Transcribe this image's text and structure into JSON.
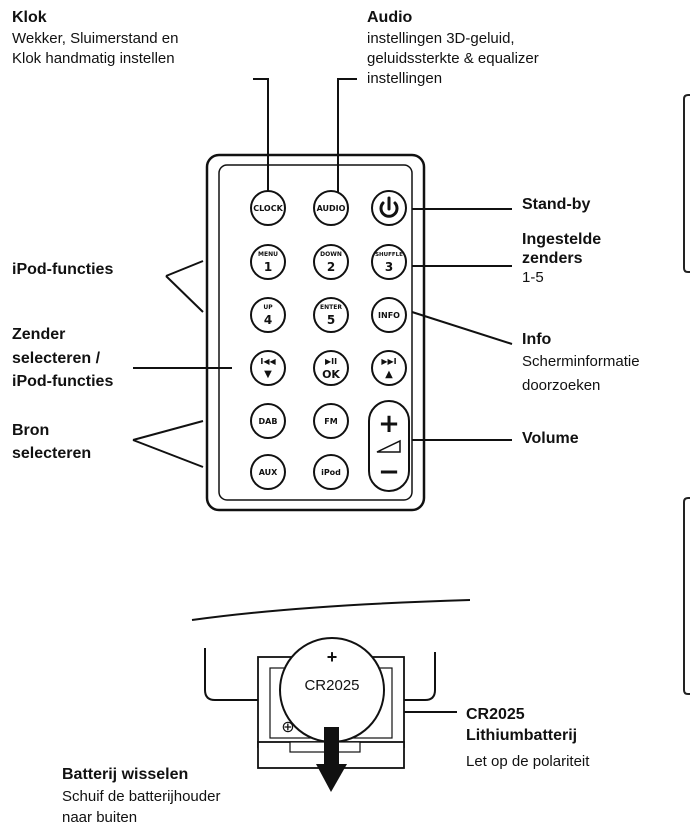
{
  "callouts": {
    "klok": {
      "title": "Klok",
      "line1": "Wekker, Sluimerstand en",
      "line2": "Klok handmatig instellen"
    },
    "audio": {
      "title": "Audio",
      "line1": "instellingen 3D-geluid,",
      "line2": "geluidssterkte & equalizer",
      "line3": "instellingen"
    },
    "standby": {
      "title": "Stand-by"
    },
    "ingestelde": {
      "line1": "Ingestelde",
      "line2": "zenders",
      "sub": "1-5"
    },
    "ipod": {
      "title": "iPod-functies"
    },
    "zender": {
      "line1": "Zender",
      "line2": "selecteren /",
      "line3": "iPod-functies"
    },
    "info": {
      "title": "Info",
      "line1": "Scherminformatie",
      "line2": "doorzoeken"
    },
    "bron": {
      "line1": "Bron",
      "line2": "selecteren"
    },
    "volume": {
      "title": "Volume"
    },
    "battery": {
      "line1": "CR2025",
      "line2": "Lithiumbatterij",
      "sub": "Let op de polariteit"
    },
    "wisselen": {
      "title": "Batterij wisselen",
      "line1": "Schuif de  batterijhouder",
      "line2": "naar buiten"
    }
  },
  "remote_buttons": {
    "clock": "CLOCK",
    "audio": "AUDIO",
    "menu_top": "MENU",
    "menu_num": "1",
    "down_top": "DOWN",
    "down_num": "2",
    "shuffle_top": "SHUFFLE",
    "shuffle_num": "3",
    "up_top": "UP",
    "up_num": "4",
    "enter_top": "ENTER",
    "enter_num": "5",
    "info": "INFO",
    "prev_top": "I◀◀",
    "prev_bottom": "▼",
    "ok_top": "▶II",
    "ok_bottom": "OK",
    "next_top": "▶▶I",
    "next_bottom": "▲",
    "dab": "DAB",
    "fm": "FM",
    "aux": "AUX",
    "ipod": "iPod",
    "vol_plus": "+",
    "vol_minus": "−"
  },
  "battery_labels": {
    "plus": "+",
    "model": "CR2025",
    "polarity": "⊕"
  }
}
